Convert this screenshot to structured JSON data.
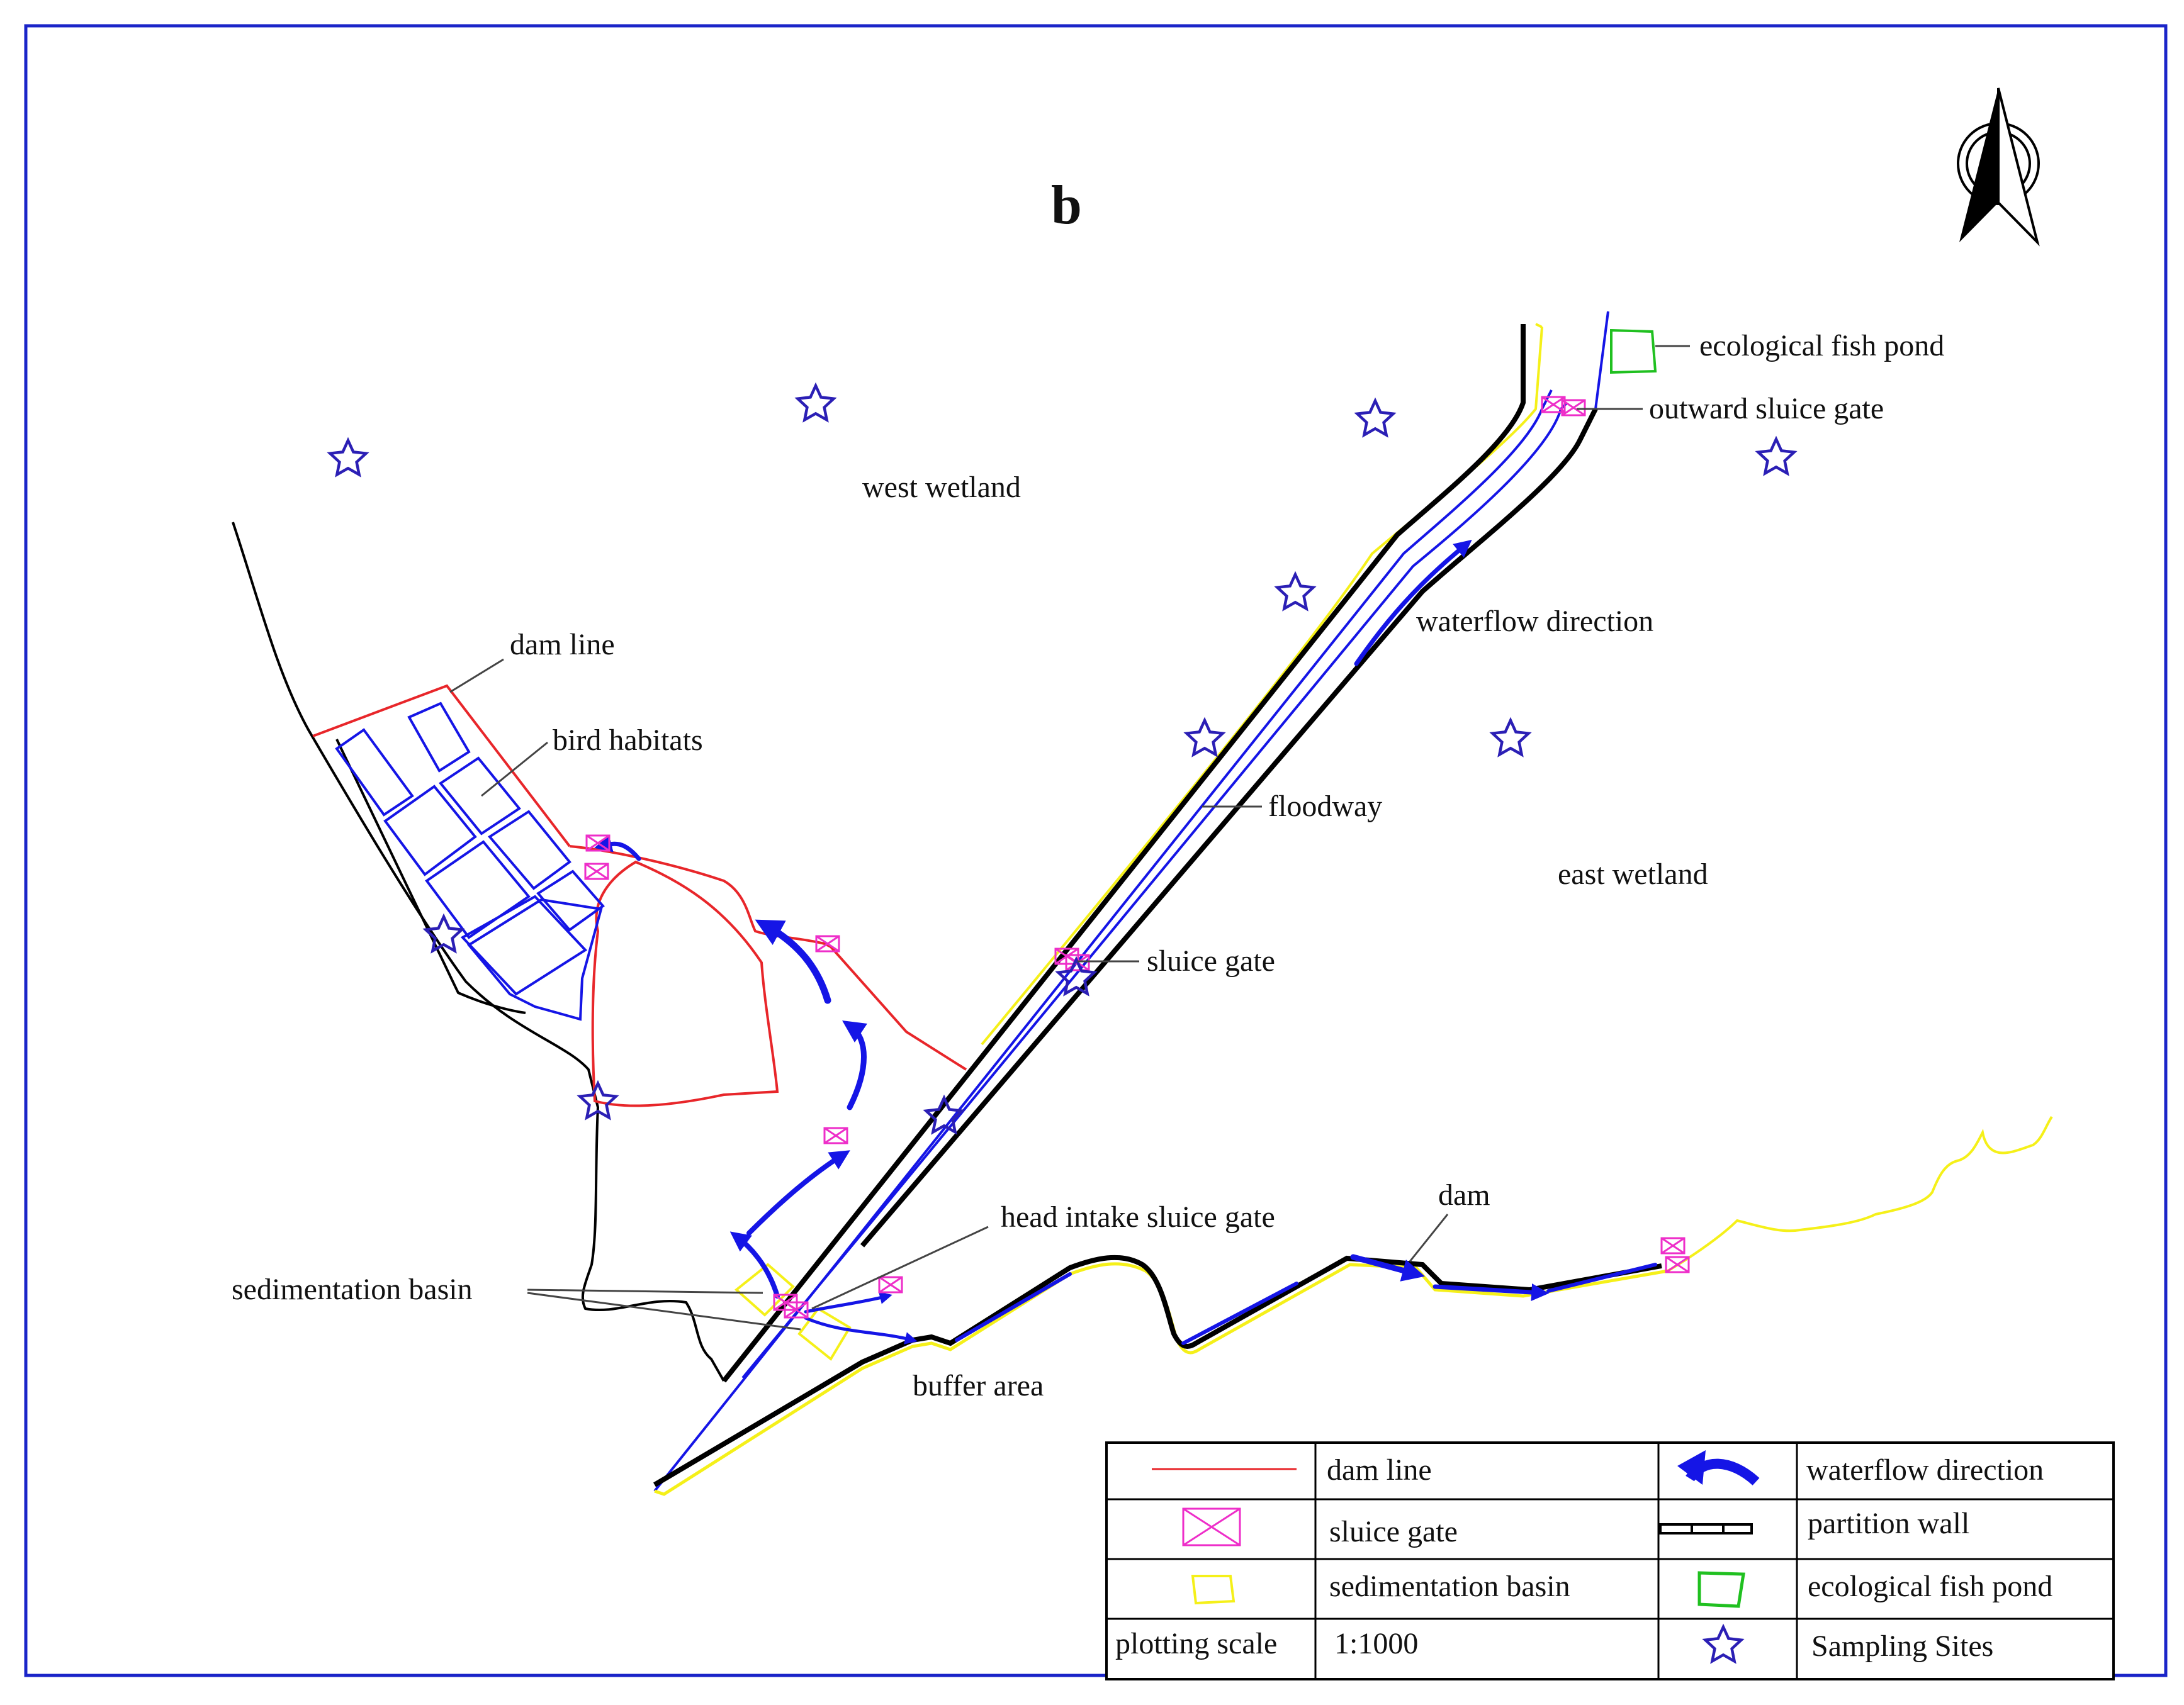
{
  "panel_label": "b",
  "labels": {
    "ecological_fish_pond": "ecological fish pond",
    "outward_sluice_gate": "outward sluice gate",
    "west_wetland": "west wetland",
    "east_wetland": "east wetland",
    "waterflow_direction": "waterflow direction",
    "dam_line": "dam line",
    "bird_habitats": "bird habitats",
    "floodway": "floodway",
    "sluice_gate": "sluice gate",
    "head_intake_sluice_gate": "head intake sluice gate",
    "dam": "dam",
    "sedimentation_basin": "sedimentation basin",
    "buffer_area": "buffer area"
  },
  "legend": {
    "dam_line": "dam line",
    "waterflow_direction": "waterflow direction",
    "sluice_gate": "sluice gate",
    "partition_wall": "partition wall",
    "sedimentation_basin": "sedimentation basin",
    "ecological_fish_pond": "ecological fish pond",
    "plotting_scale_label": "plotting scale",
    "plotting_scale_value": "1:1000",
    "sampling_sites": "Sampling Sites"
  },
  "colors": {
    "dam_line": "#e8262a",
    "sluice_gate": "#ee2ec9",
    "sedimentation_basin": "#f5f019",
    "ecological_fish_pond": "#20c020",
    "water_flow": "#1515e6",
    "sampling_site": "#2b1fb5",
    "frame": "#1a24c8"
  },
  "icons": {
    "north_arrow": "north-arrow-icon",
    "sampling_site": "star-icon",
    "sluice_gate": "sluice-gate-icon"
  }
}
